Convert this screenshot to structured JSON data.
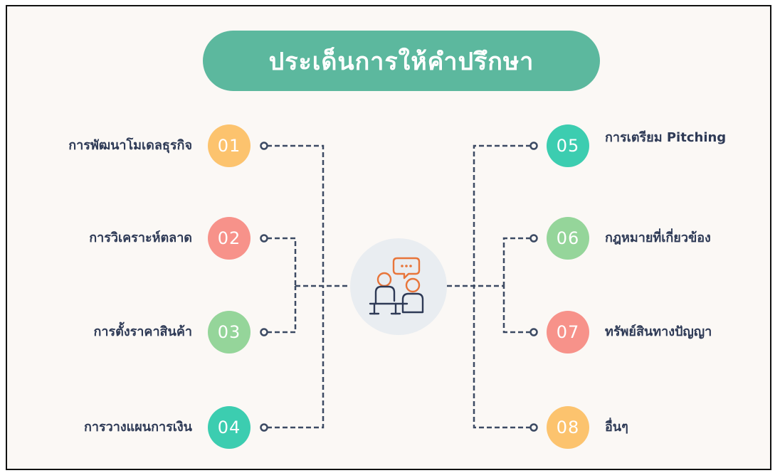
{
  "title": "ประเด็นการให้คำปรึกษา",
  "center_icon": "consultation-icon",
  "colors": {
    "title_bg": "#5cb89e",
    "label_text": "#2e3a56",
    "connector": "#3c4a63",
    "center_bg": "#e9edf1",
    "icon_stroke": "#2e3a56",
    "icon_accent": "#e8753a"
  },
  "topics": [
    {
      "number": "01",
      "label": "การพัฒนาโมเดลธุรกิจ",
      "color": "#fcc36e"
    },
    {
      "number": "02",
      "label": "การวิเคราะห์ตลาด",
      "color": "#f7928a"
    },
    {
      "number": "03",
      "label": "การตั้งราคาสินค้า",
      "color": "#95d59a"
    },
    {
      "number": "04",
      "label": "การวางแผนการเงิน",
      "color": "#3ccdb0"
    },
    {
      "number": "05",
      "label": "การเตรียม Pitching",
      "color": "#3ccdb0"
    },
    {
      "number": "06",
      "label": "กฎหมายที่เกี่ยวข้อง",
      "color": "#95d59a"
    },
    {
      "number": "07",
      "label": "ทรัพย์สินทางปัญญา",
      "color": "#f7928a"
    },
    {
      "number": "08",
      "label": "อื่นๆ",
      "color": "#fcc36e"
    }
  ]
}
